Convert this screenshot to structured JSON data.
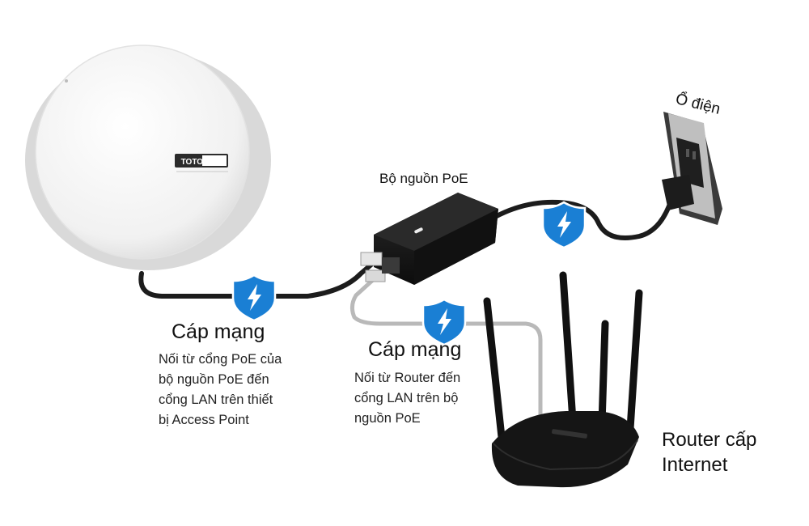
{
  "access_point": {
    "brand": "TOTOLINK"
  },
  "poe_adapter": {
    "label": "Bộ nguồn PoE"
  },
  "outlet": {
    "label": "Ổ điện"
  },
  "cable_ap": {
    "title": "Cáp mạng",
    "lines": [
      "Nối từ cổng PoE của",
      "bộ nguồn PoE đến",
      "cổng LAN trên thiết",
      "bị Access Point"
    ]
  },
  "cable_router": {
    "title": "Cáp mạng",
    "lines": [
      "Nối từ Router đến",
      "cổng LAN trên bộ",
      "nguồn PoE"
    ]
  },
  "router": {
    "lines": [
      "Router cấp",
      "Internet"
    ]
  },
  "colors": {
    "shield": "#1a7fd4",
    "cable_dark": "#1c1c1c",
    "cable_gray": "#b9b9b9",
    "device": "#151515"
  },
  "icons": [
    "shield-lightning-icon"
  ]
}
